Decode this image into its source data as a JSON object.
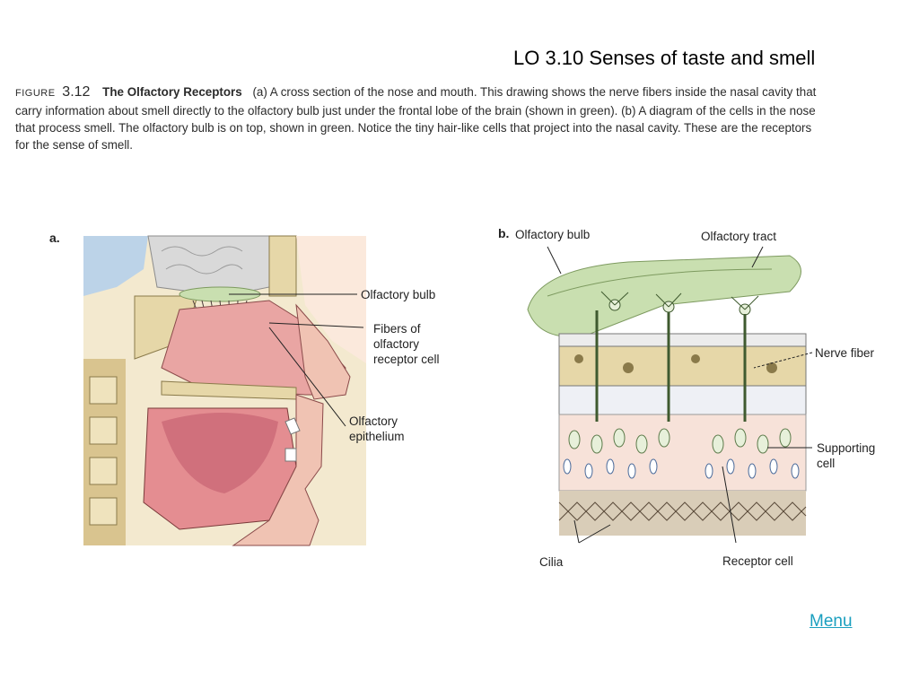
{
  "slide": {
    "title": "LO 3.10  Senses of taste and smell"
  },
  "caption": {
    "figure_word": "FIGURE",
    "figure_number": "3.12",
    "figure_title": "The Olfactory Receptors",
    "text": "(a) A cross section of the nose and mouth. This drawing shows the nerve fibers inside the nasal cavity that carry information about smell directly to the olfactory bulb just under the frontal lobe of the brain (shown in green). (b) A diagram of the cells in the nose that process smell. The olfactory bulb is on top, shown in green. Notice the tiny hair-like cells that project into the nasal cavity. These are the receptors for the sense of smell."
  },
  "panel_a": {
    "letter": "a.",
    "labels": {
      "olfactory_bulb": "Olfactory bulb",
      "fibers_line1": "Fibers of",
      "fibers_line2": "olfactory",
      "fibers_line3": "receptor cell",
      "epithelium_line1": "Olfactory",
      "epithelium_line2": "epithelium"
    }
  },
  "panel_b": {
    "letter": "b.",
    "labels": {
      "olfactory_bulb": "Olfactory bulb",
      "olfactory_tract": "Olfactory tract",
      "nerve_fiber": "Nerve fiber",
      "supporting_line1": "Supporting",
      "supporting_line2": "cell",
      "cilia": "Cilia",
      "receptor_cell": "Receptor cell"
    }
  },
  "nav": {
    "menu_label": "Menu"
  },
  "colors": {
    "bulb_green": "#c9dfb0",
    "tissue_pink": "#e9a5a3",
    "bone_tan": "#e6d7a8",
    "link": "#1a9fbf"
  }
}
